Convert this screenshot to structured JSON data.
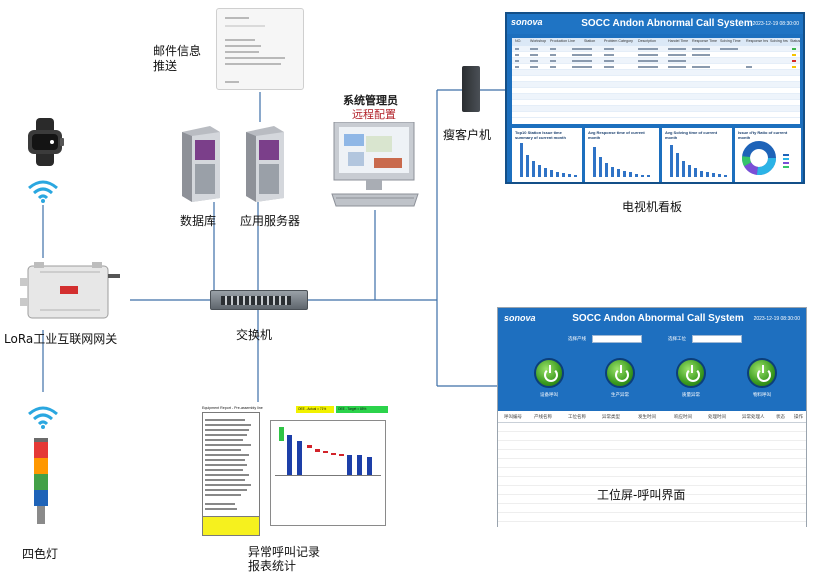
{
  "labels": {
    "email_push": "邮件信息推送",
    "database": "数据库",
    "app_server": "应用服务器",
    "admin": "系统管理员远程配置",
    "thin_client": "瘦客户机",
    "tv_board": "电视机看板",
    "gateway": "LoRa工业互联网网关",
    "switch": "交换机",
    "tower_light": "四色灯",
    "report": "异常呼叫记录报表统计",
    "call_ui": "工位屏-呼叫界面"
  },
  "admin_sign": {
    "line1": "系统管理员",
    "line2": "远程配置"
  },
  "tv": {
    "brand": "sonova",
    "title": "SOCC Andon Abnormal Call System",
    "date": "2023-12-19  08:30:00",
    "columns": [
      "NO.",
      "Workshop",
      "Production Line",
      "Station",
      "Problem Category",
      "Description",
      "Handel Time",
      "Response Time",
      "Solving Time",
      "Response hrs",
      "Solving hrs",
      "Status"
    ],
    "panels": [
      "Top10 Station Issue time summary of current month",
      "Avg Response time of current month",
      "Avg Solving time of current month",
      "Issue d'ty Ratio of current month"
    ]
  },
  "call": {
    "brand": "sonova",
    "title": "SOCC Andon Abnormal Call System",
    "date": "2023-12-19  08:30:00",
    "select_a": "选择产线",
    "select_b": "选择工位",
    "buttons": [
      "设备呼叫",
      "生产异常",
      "质量异常",
      "物料呼叫"
    ],
    "columns": [
      "呼叫编号",
      "产线名称",
      "工位名称",
      "异常类型",
      "发生时间",
      "响应时间",
      "处理时间",
      "异常处理人",
      "状态",
      "操作"
    ]
  },
  "report_sheet": {
    "title": "Equipment Report - Pre-assembly line",
    "tag_actual": "OEE - Actual = 71%",
    "tag_target": "OEE - Target = 85%"
  },
  "colors": {
    "link": "#3d6fa8",
    "screen_blue": "#1e6fbf",
    "button_green": "#3a9a1e",
    "report_bar": "#1d3fa8"
  }
}
